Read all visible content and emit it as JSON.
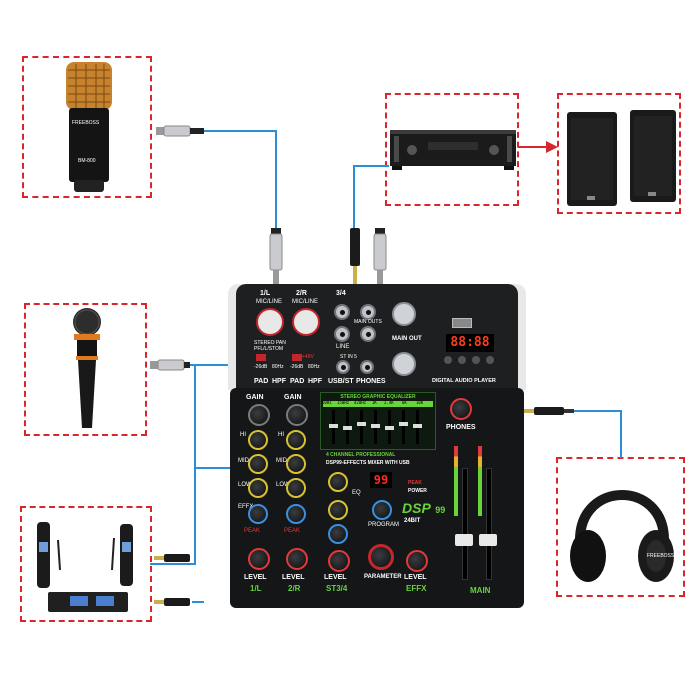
{
  "mic_brand": "FREEBOSS",
  "mic_model": "BM-800",
  "headphone_brand": "FREEBOSS",
  "mixer": {
    "channels": {
      "ch1": "1/L",
      "ch2": "2/R",
      "ch34": "3/4",
      "mic_line": "MIC/LINE",
      "stereo_pan": "STEREO PAN",
      "pan_mono": "PFL/L/STOM",
      "pad_26": "-26dB",
      "hpf_80": "80Hz",
      "phantom": "+48V",
      "pad": "PAD",
      "hpf": "HPF",
      "line": "LINE",
      "main_outs": "MAIN OUTS",
      "usb_st": "USB/ST",
      "phones": "PHONES",
      "main_out": "MAIN OUT",
      "digital_audio_player": "DIGITAL AUDIO PLAYER",
      "st_in": "ST IN 5",
      "player_display": "88:88"
    },
    "eq": {
      "title": "STEREO GRAPHIC EQUALIZER",
      "bands": [
        "60Hz",
        "150Hz",
        "420Hz",
        "1K",
        "2.4K",
        "6K",
        "10K"
      ]
    },
    "strip": {
      "gain": "GAIN",
      "hi": "HI",
      "mid": "MID",
      "low": "LOW",
      "effx": "EFFX",
      "peak": "PEAK",
      "level": "LEVEL",
      "ch1_label": "1/L",
      "ch2_label": "2/R",
      "st34_label": "ST3/4",
      "effx_label": "EFFX",
      "main_label": "MAIN",
      "eq_label": "EQ",
      "program": "PROGRAM",
      "parameter": "PARAMETER",
      "power": "POWER",
      "mixer_title": "4 CHANNEL PROFESSIONAL",
      "mixer_subtitle": "DSP99-EFFECTS MIXER WITH USB",
      "dsp": "DSP",
      "dsp_num": "99",
      "dsp_bit": "24BIT",
      "fx_display": "99",
      "phones_label": "PHONES"
    }
  },
  "colors": {
    "dash_border": "#d9262c",
    "cable": "#2a8fd8",
    "arrow": "#d9262c",
    "accent_green": "#69d33a"
  }
}
